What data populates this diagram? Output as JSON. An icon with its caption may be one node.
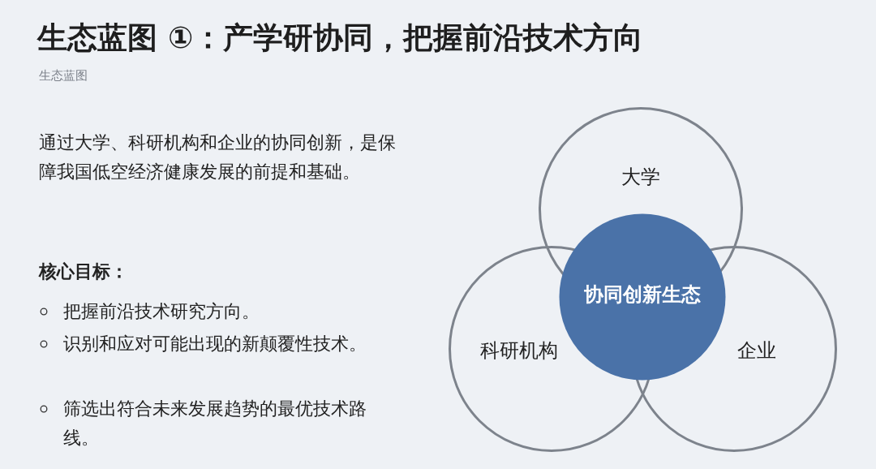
{
  "diagram": {
    "title": "生态蓝图 ①：产学研协同，把握前沿技术方向",
    "nodes": [
      {
        "text": [
          "大学"
        ]
      },
      {
        "text": [
          "科研机构"
        ]
      },
      {
        "text": [
          "企业"
        ]
      },
      {
        "text": [
          "协同创新生态"
        ]
      }
    ],
    "labels": [
      "生态蓝图",
      "通过大学、科研机构和企业的协同创新，是保障我国低空经济健康发展的前提和基础。",
      "核心目标：",
      "把握前沿技术研究方向。",
      "识别和应对可能出现的新颠覆性技术。",
      "筛选出符合未来发展趋势的最优技术路线。"
    ]
  }
}
